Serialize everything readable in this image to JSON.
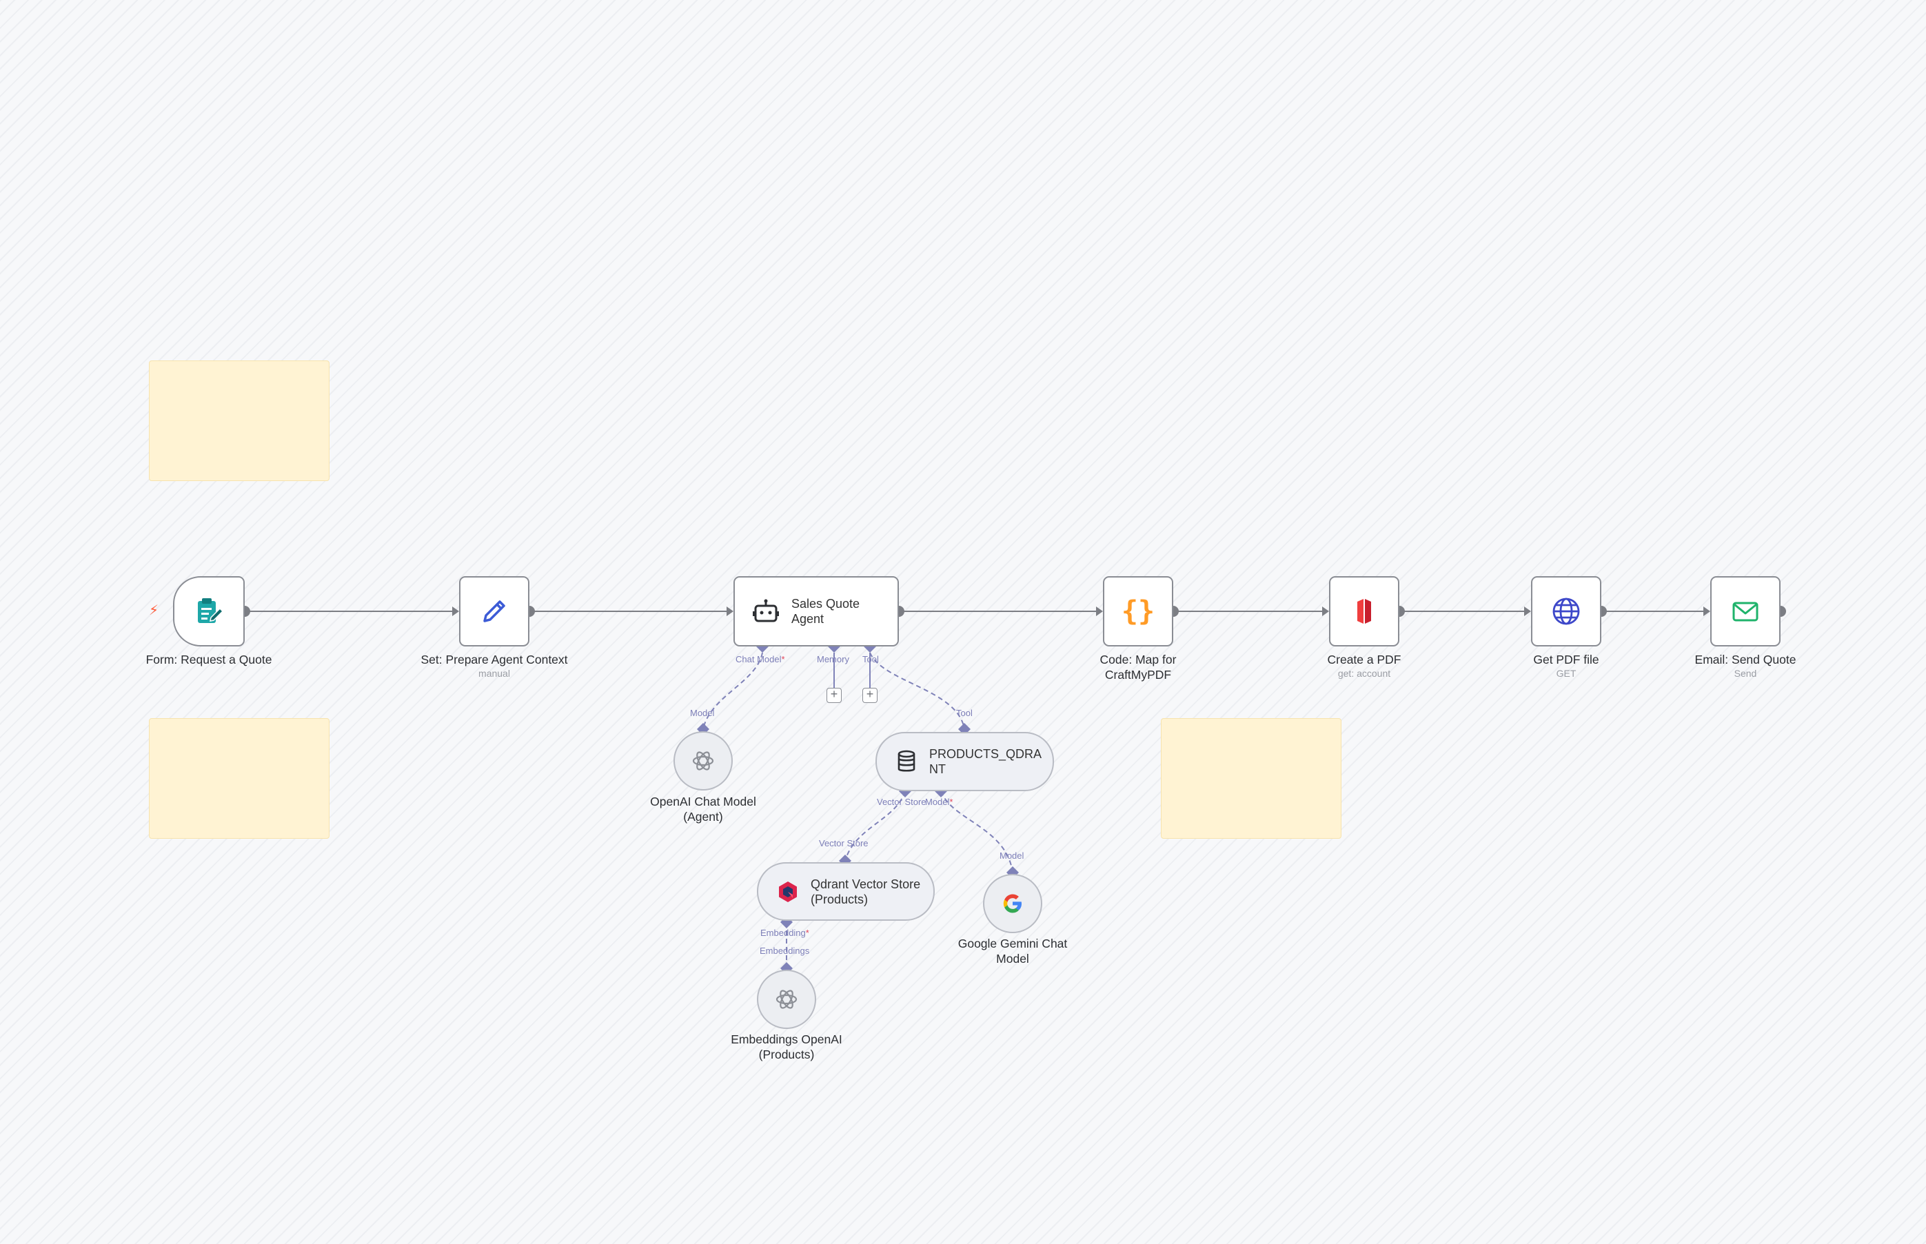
{
  "canvas": {
    "trigger_icon": "lightning-bolt-icon",
    "colors": {
      "edge": "#7c7e84",
      "sub_edge": "#7f82b8",
      "sticky": "#fff3d3",
      "required": "#e0445a"
    }
  },
  "nodes": {
    "form": {
      "name": "Form: Request a Quote",
      "icon": "form-icon"
    },
    "set": {
      "name": "Set: Prepare Agent Context",
      "sub": "manual",
      "icon": "pencil-icon"
    },
    "agent": {
      "name": "Sales Quote Agent",
      "icon": "robot-icon"
    },
    "code": {
      "name": "Code: Map for CraftMyPDF",
      "icon": "code-braces-icon"
    },
    "pdf": {
      "name": "Create a PDF",
      "sub": "get: account",
      "icon": "craftmypdf-icon"
    },
    "getpdf": {
      "name": "Get PDF file",
      "sub": "GET",
      "icon": "globe-icon"
    },
    "email": {
      "name": "Email: Send Quote",
      "sub": "Send",
      "icon": "envelope-icon"
    },
    "openai_chat": {
      "name": "OpenAI Chat Model (Agent)",
      "icon": "openai-icon"
    },
    "products_tool": {
      "name": "PRODUCTS_QDRANT",
      "icon": "database-icon"
    },
    "qdrant_store": {
      "name": "Qdrant Vector Store (Products)",
      "icon": "qdrant-icon"
    },
    "gemini": {
      "name": "Google Gemini Chat Model",
      "icon": "google-icon"
    },
    "embeddings": {
      "name": "Embeddings OpenAI (Products)",
      "icon": "openai-icon"
    }
  },
  "ports": {
    "agent_chat_model": "Chat Model",
    "agent_memory": "Memory",
    "agent_tool": "Tool",
    "openai_model": "Model",
    "products_tool_in": "Tool",
    "products_vector_store": "Vector Store",
    "products_model": "Model",
    "qdrant_vector_store_in": "Vector Store",
    "gemini_model_in": "Model",
    "qdrant_embedding": "Embedding",
    "embeddings_out": "Embeddings",
    "required_mark": "*"
  }
}
